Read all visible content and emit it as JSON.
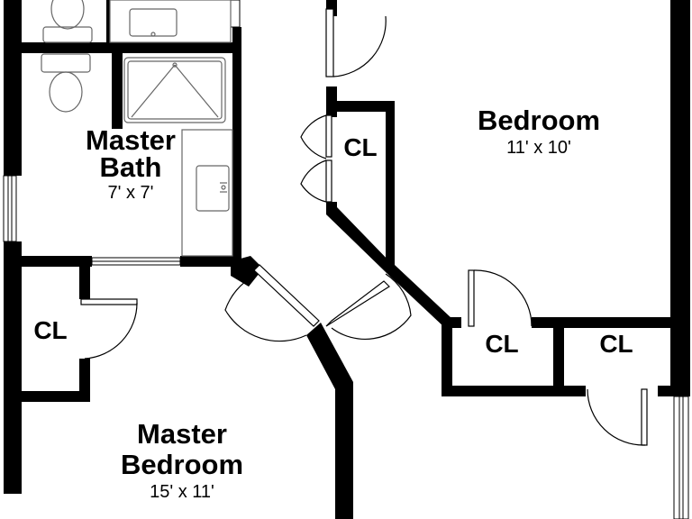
{
  "rooms": {
    "master_bath": {
      "name_line1": "Master",
      "name_line2": "Bath",
      "dimensions": "7' x 7'"
    },
    "bedroom": {
      "name": "Bedroom",
      "dimensions": "11' x 10'"
    },
    "master_bedroom": {
      "name_line1": "Master",
      "name_line2": "Bedroom",
      "dimensions": "15' x 11'"
    }
  },
  "closets": {
    "hall_closet": "CL",
    "master_closet": "CL",
    "bedroom_closet_left": "CL",
    "bedroom_closet_right": "CL"
  },
  "colors": {
    "wall": "#000000",
    "fixture": "#666666",
    "background": "#ffffff"
  }
}
